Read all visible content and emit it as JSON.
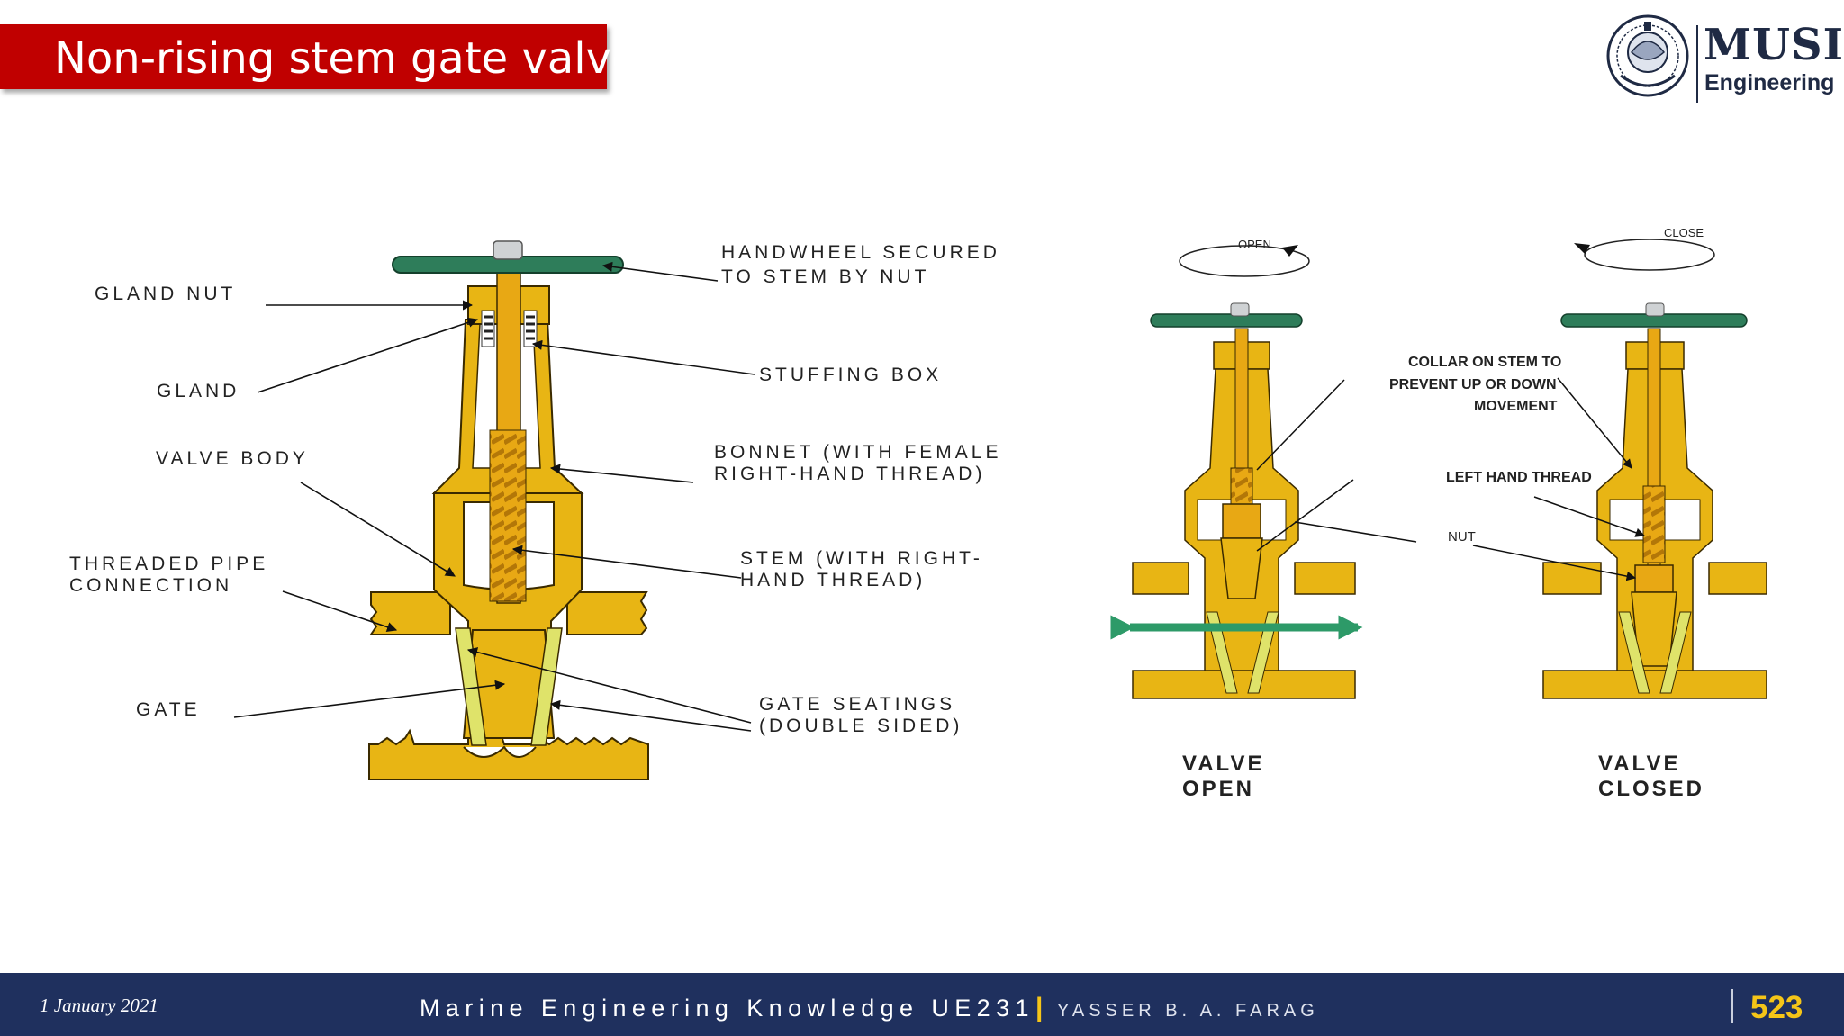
{
  "slide": {
    "title": "Non-rising stem gate valve"
  },
  "logo": {
    "name": "MUSI",
    "sub": "Engineering"
  },
  "left_diagram": {
    "labels": {
      "gland_nut": "GLAND NUT",
      "gland": "GLAND",
      "valve_body": "VALVE BODY",
      "threaded_pipe_1": "THREADED PIPE",
      "threaded_pipe_2": "CONNECTION",
      "gate": "GATE",
      "handwheel_1": "HANDWHEEL SECURED",
      "handwheel_2": "TO STEM BY NUT",
      "stuffing_box": "STUFFING BOX",
      "bonnet_1": "BONNET (WITH FEMALE",
      "bonnet_2": "RIGHT-HAND THREAD)",
      "stem_1": "STEM (WITH RIGHT-",
      "stem_2": "HAND THREAD)",
      "seatings_1": "GATE SEATINGS",
      "seatings_2": "(DOUBLE SIDED)"
    }
  },
  "right_diagram": {
    "open_arrow": "OPEN",
    "close_arrow": "CLOSE",
    "collar_1": "COLLAR ON STEM TO",
    "collar_2": "PREVENT UP OR DOWN",
    "collar_3": "MOVEMENT",
    "left_hand_thread": "LEFT HAND THREAD",
    "nut": "NUT",
    "valve_open_1": "VALVE",
    "valve_open_2": "OPEN",
    "valve_closed_1": "VALVE",
    "valve_closed_2": "CLOSED"
  },
  "colors": {
    "brass": "#e8b514",
    "handwheel": "#2e7d5a",
    "title_bar": "#c00000",
    "footer": "#1f305e",
    "accent": "#f5c518"
  },
  "footer": {
    "date": "1 January 2021",
    "course": "Marine Engineering Knowledge UE231",
    "separator": "|",
    "author": "YASSER B. A. FARAG",
    "page": "523"
  }
}
